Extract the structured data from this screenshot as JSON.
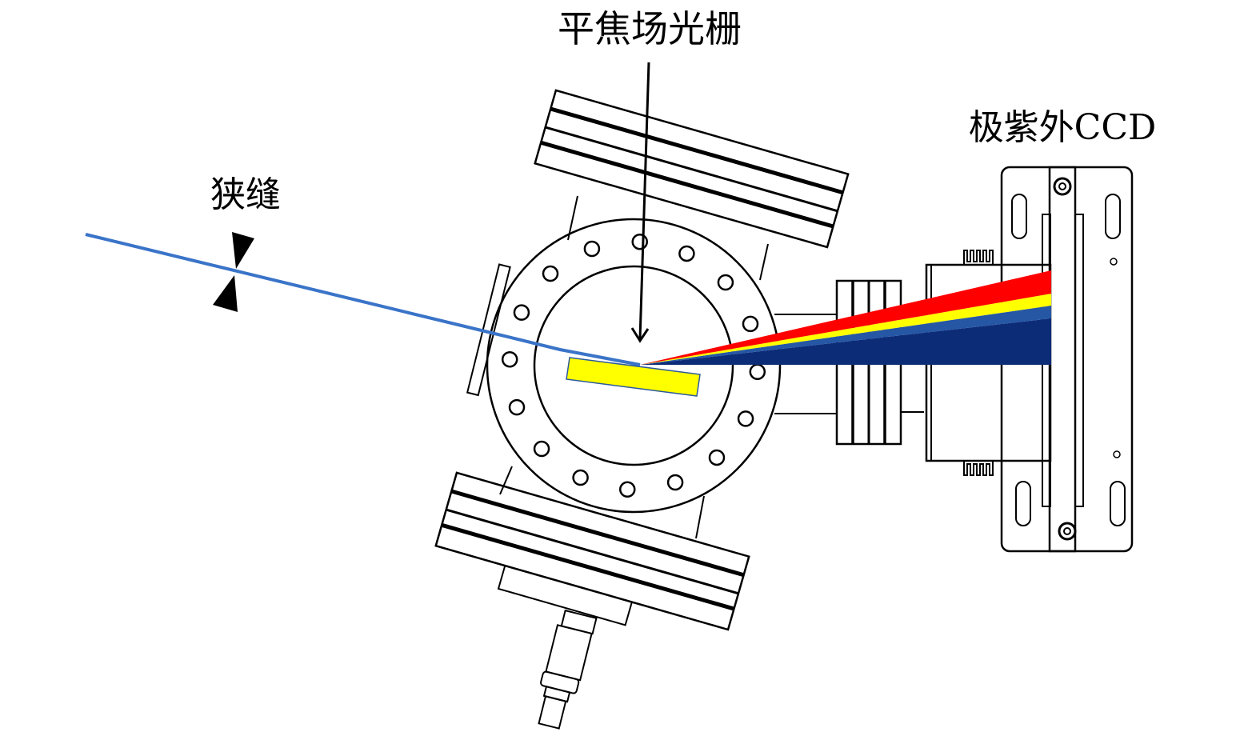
{
  "labels": {
    "grating": "平焦场光栅",
    "ccd": "极紫外CCD",
    "slit": "狭缝"
  },
  "colors": {
    "beam": "#3a74c8",
    "grating_fill": "#ffff00",
    "grating_edge": "#2d5a9a",
    "band_red": "#ff0000",
    "band_yellow": "#ffff00",
    "band_lightblue": "#2557a5",
    "band_darkblue": "#0d2c78",
    "line": "#000000"
  }
}
